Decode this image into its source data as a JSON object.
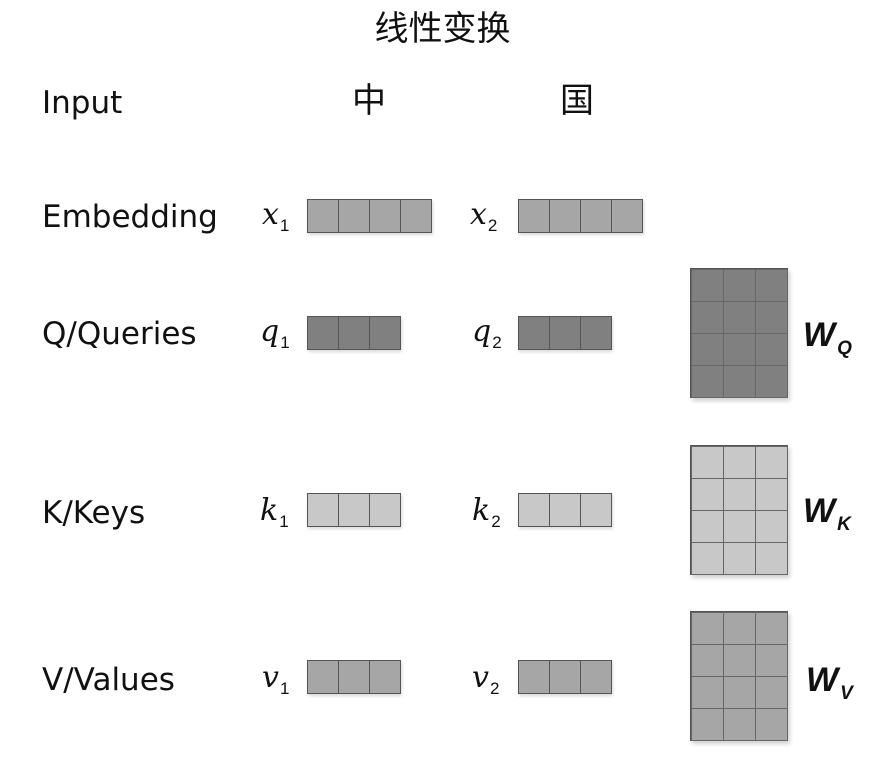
{
  "title": "线性变换",
  "labels": {
    "input": "Input",
    "embedding": "Embedding",
    "queries": "Q/Queries",
    "keys": "K/Keys",
    "values": "V/Values"
  },
  "tokens": [
    "中",
    "国"
  ],
  "vectors": {
    "x": [
      "x",
      "1",
      "2"
    ],
    "q": [
      "q",
      "1",
      "2"
    ],
    "k": [
      "k",
      "1",
      "2"
    ],
    "v": [
      "v",
      "1",
      "2"
    ]
  },
  "weights": {
    "q": {
      "w": "W",
      "sub": "Q"
    },
    "k": {
      "w": "W",
      "sub": "K"
    },
    "v": {
      "w": "W",
      "sub": "V"
    }
  },
  "colors": {
    "embedding": "#a6a6a6",
    "queries": "#808080",
    "keys": "#c8c8c8",
    "values": "#a6a6a6"
  },
  "dims": {
    "embedding_len": 4,
    "qkv_len": 3,
    "weight_rows": 4,
    "weight_cols": 3
  }
}
